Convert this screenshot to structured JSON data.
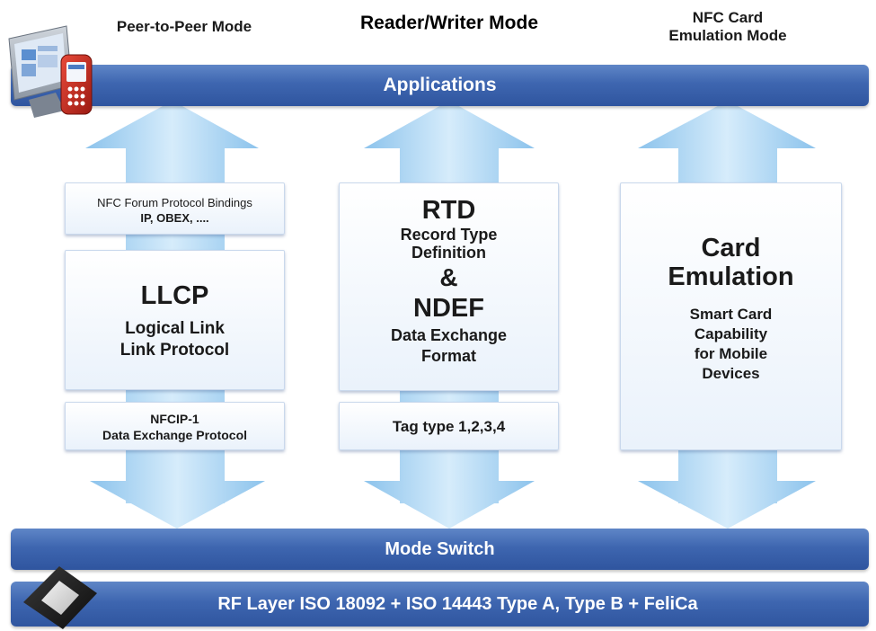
{
  "modes": {
    "p2p": "Peer-to-Peer Mode",
    "rw": "Reader/Writer Mode",
    "ce_line1": "NFC Card",
    "ce_line2": "Emulation Mode"
  },
  "bands": {
    "applications": "Applications",
    "mode_switch": "Mode Switch",
    "rf_layer": "RF Layer ISO 18092 + ISO 14443 Type A, Type B + FeliCa"
  },
  "p2p": {
    "bindings_line1": "NFC Forum Protocol Bindings",
    "bindings_line2": "IP, OBEX, ....",
    "llcp_title": "LLCP",
    "llcp_line1": "Logical Link",
    "llcp_line2": "Link Protocol",
    "nfcip_line1": "NFCIP-1",
    "nfcip_line2": "Data Exchange Protocol"
  },
  "rw": {
    "rtd_title": "RTD",
    "rtd_line1": "Record Type",
    "rtd_line2": "Definition",
    "amp": "&",
    "ndef_title": "NDEF",
    "ndef_line1": "Data Exchange",
    "ndef_line2": "Format",
    "tag": "Tag type 1,2,3,4"
  },
  "ce": {
    "title_line1": "Card",
    "title_line2": "Emulation",
    "desc_line1": "Smart Card",
    "desc_line2": "Capability",
    "desc_line3": "for Mobile",
    "desc_line4": "Devices"
  },
  "colors": {
    "band": "#3e66b0",
    "arrow_light": "#cfe6f8",
    "arrow_dark": "#7fb6e6",
    "box_bg": "#f2f7fd"
  },
  "icons": {
    "devices": "computer-and-phone-icon",
    "chip": "nfc-chip-icon"
  }
}
